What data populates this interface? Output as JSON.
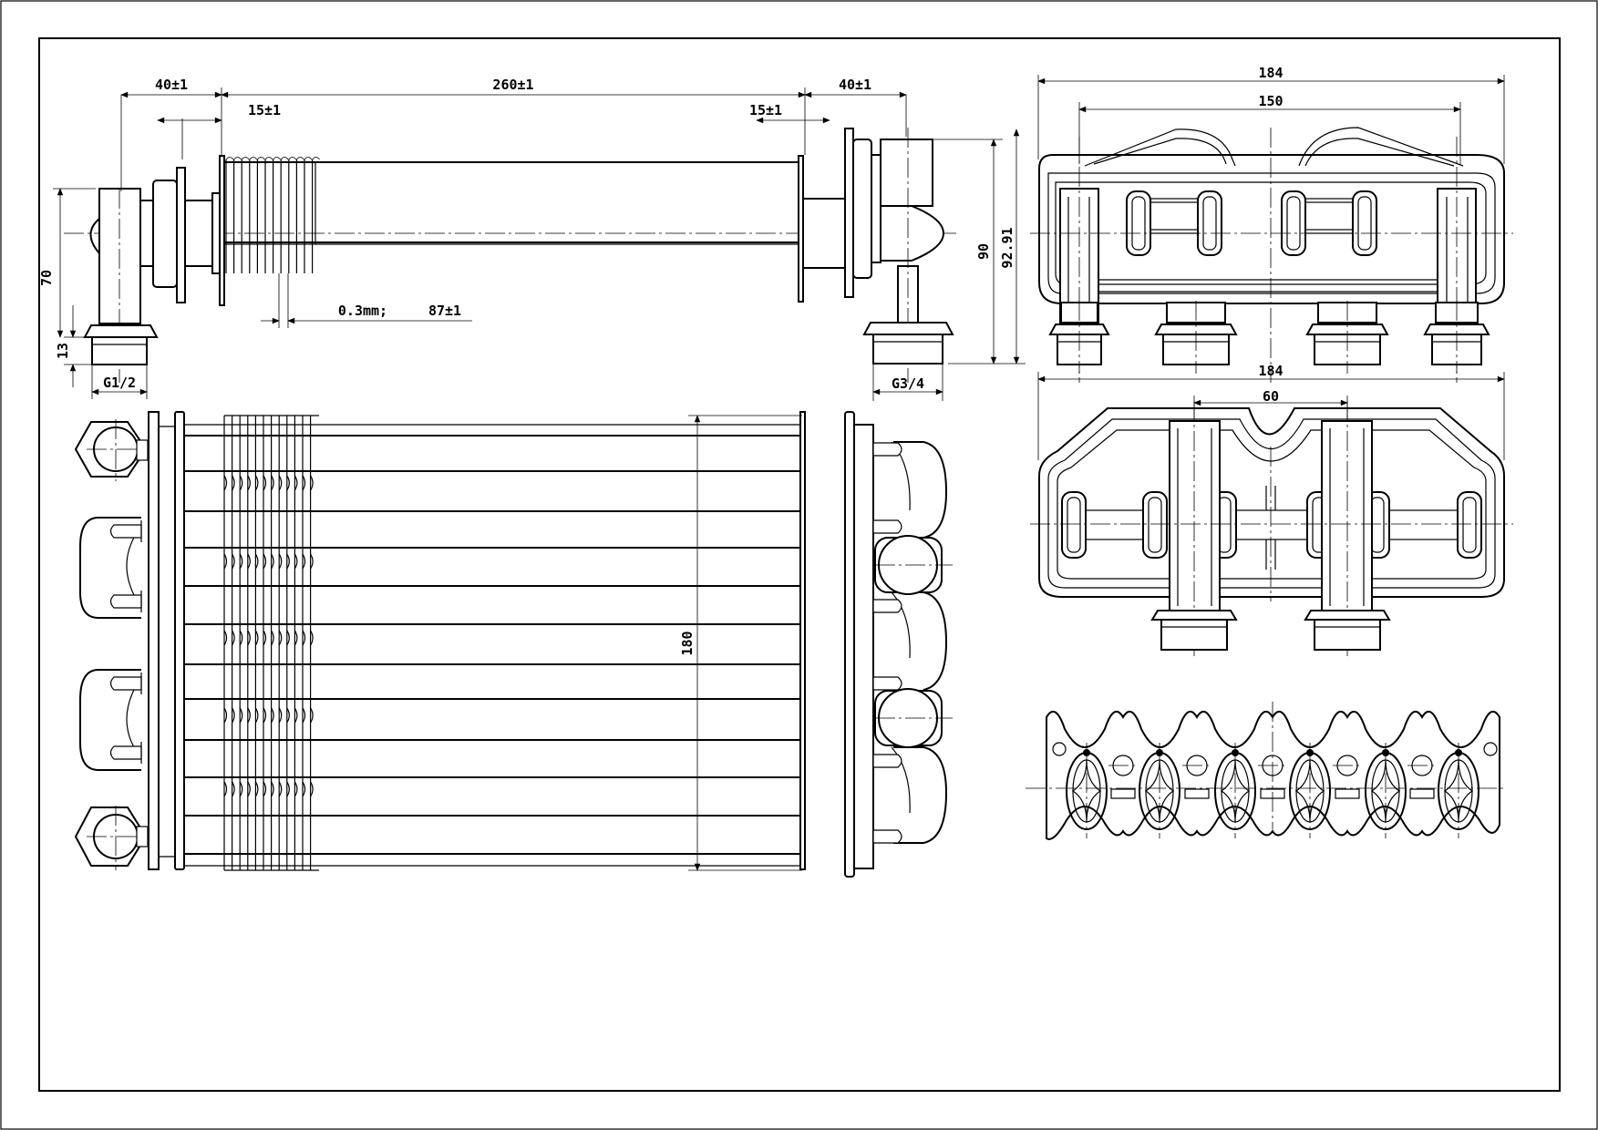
{
  "drawing": {
    "dimensions": {
      "flange_left": "40±1",
      "tube_length": "260±1",
      "flange_right": "40±1",
      "fin_offset_left": "15±1",
      "fin_offset_right": "15±1",
      "fin_thickness": "0.3mm;",
      "fin_length": "87±1",
      "height_left": "70",
      "nut_height": "13",
      "thread_left": "G1/2",
      "height_right": "90",
      "height_total": "92.91",
      "thread_right": "G3/4",
      "front_width": "184",
      "front_pitch": "150",
      "rear_width": "184",
      "rear_pitch": "60",
      "front_height": "180"
    }
  }
}
